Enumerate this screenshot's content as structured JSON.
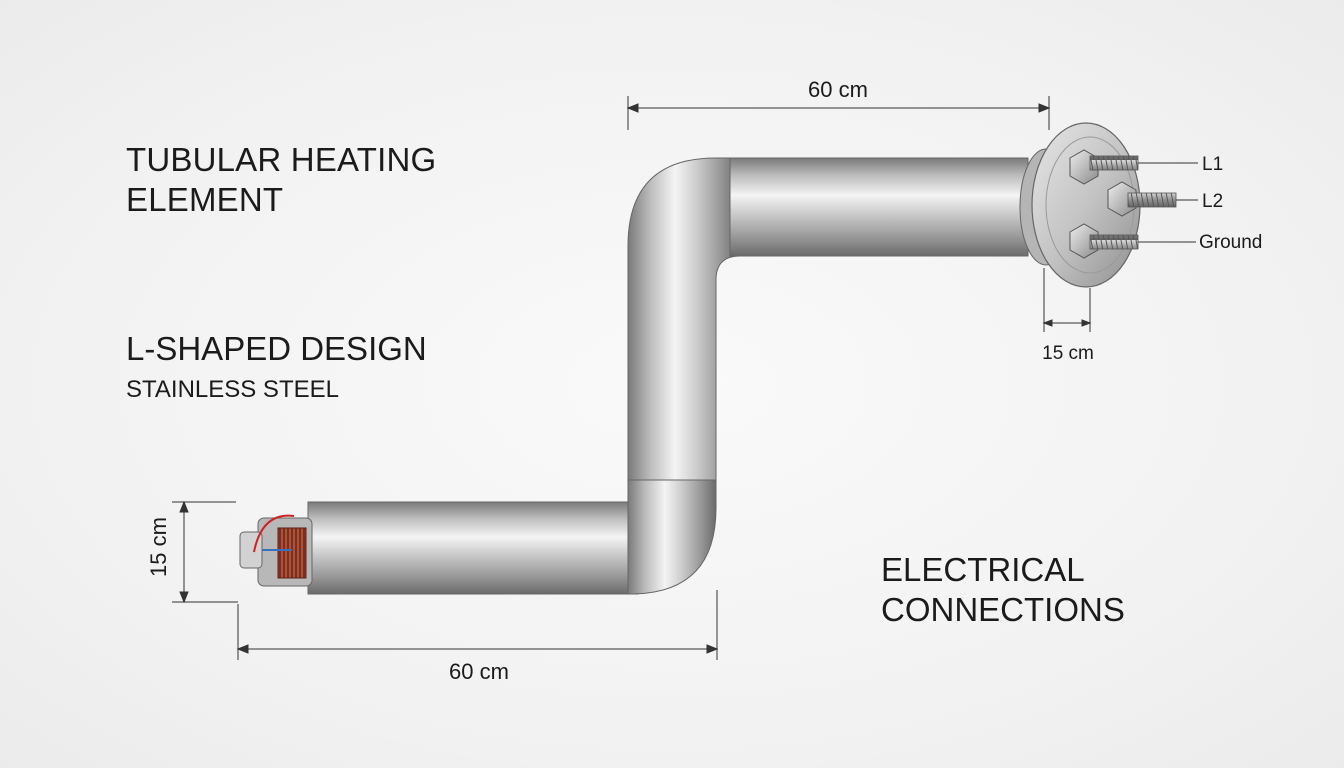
{
  "labels": {
    "title_line1": "TUBULAR HEATING",
    "title_line2": "ELEMENT",
    "design": "L-SHAPED DESIGN",
    "material": "STAINLESS STEEL",
    "electrical_line1": "ELECTRICAL",
    "electrical_line2": "CONNECTIONS"
  },
  "dimensions": {
    "top_length": "60 cm",
    "bottom_length": "60 cm",
    "flange_depth": "15 cm",
    "end_height": "15 cm"
  },
  "terminals": {
    "t1": "L1",
    "t2": "L2",
    "t3": "Ground"
  },
  "colors": {
    "steel_dark": "#6f6f6f",
    "steel_light": "#f2f2f2",
    "coil": "#8a3a2a",
    "wire_red": "#d02020",
    "wire_blue": "#3a6fc0"
  }
}
